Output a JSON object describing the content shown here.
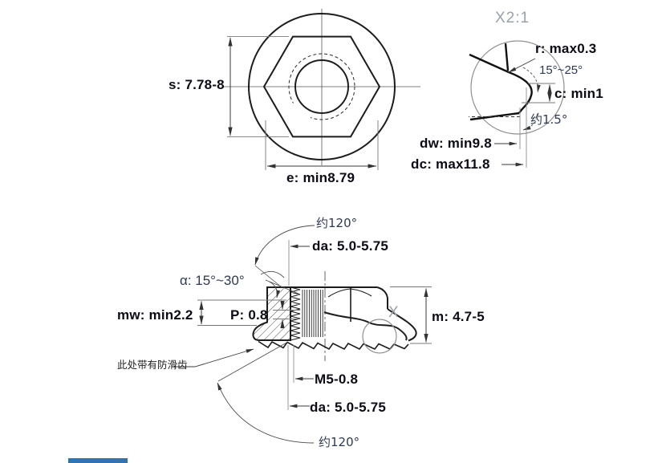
{
  "colors": {
    "background": "#ffffff",
    "part_line": "#1c1c1c",
    "dimension_line": "#3a3a3a",
    "bold_label": "#0c0c16",
    "annotation_label": "#2e3a52",
    "muted_label": "#9aa1a8",
    "accent_blue": "#2e75b6"
  },
  "front_view": {
    "width_across_flats": "s: 7.78-8",
    "width_across_corners": "e: min8.79"
  },
  "detail_view": {
    "scale_label": "X2:1",
    "corner_radius": "r: max0.3",
    "chamfer_angle": "15°~25°",
    "washer_face_height": "c: min1",
    "bearing_face_angle": "约1.5°",
    "bearing_diameter": "dw: min9.8",
    "flange_diameter": "dc: max11.8"
  },
  "section_view": {
    "countersink_angle_top": "约120°",
    "countersink_dia_top": "da: 5.0-5.75",
    "thread_chamfer_angle": "α: 15°~30°",
    "wrenching_height": "mw: min2.2",
    "thread_pitch": "P: 0.8",
    "nut_height": "m: 4.7-5",
    "detail_marker": "X",
    "serration_note": "此处带有防滑齿",
    "thread_spec": "M5-0.8",
    "countersink_dia_bottom": "da: 5.0-5.75",
    "countersink_angle_bottom": "约120°"
  }
}
